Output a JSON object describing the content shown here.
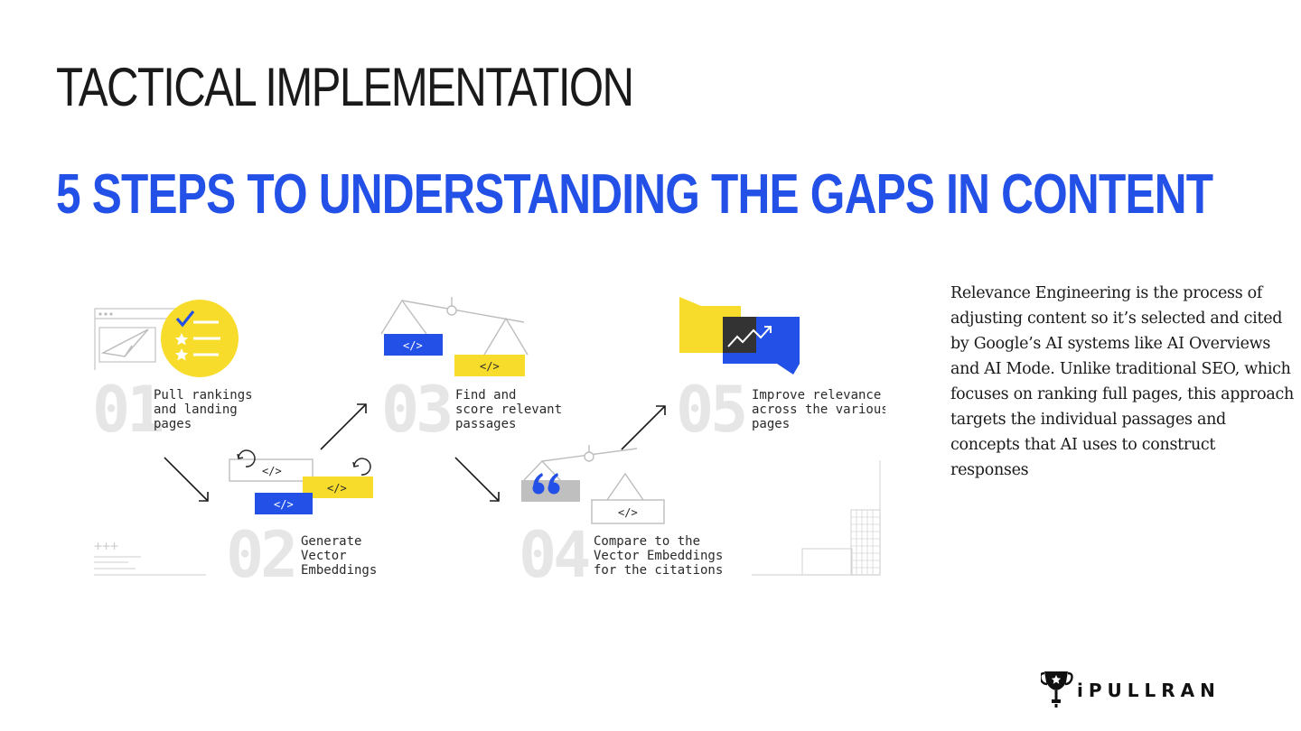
{
  "header": {
    "title": "TACTICAL IMPLEMENTATION",
    "subtitle": "5 STEPS TO UNDERSTANDING THE GAPS IN CONTENT"
  },
  "description": "Relevance Engineering is the process of adjusting content so it’s selected and cited by Google’s AI systems like AI Overviews and AI Mode. Unlike traditional SEO, which focuses on ranking full pages, this approach targets the individual passages and concepts that AI uses to construct responses",
  "steps": [
    {
      "number": "01",
      "lines": [
        "Pull rankings",
        "and landing",
        "pages"
      ]
    },
    {
      "number": "02",
      "lines": [
        "Generate",
        "Vector",
        "Embeddings"
      ]
    },
    {
      "number": "03",
      "lines": [
        "Find and",
        "score relevant",
        "passages"
      ]
    },
    {
      "number": "04",
      "lines": [
        "Compare to the",
        "Vector Embeddings",
        "for the citations"
      ]
    },
    {
      "number": "05",
      "lines": [
        "Improve relevance",
        "across the various",
        "pages"
      ]
    }
  ],
  "code_tag": "</>",
  "logo": {
    "text": "iPULLRANK",
    "icon": "trophy-icon"
  },
  "colors": {
    "accent_blue": "#2350e6",
    "accent_yellow": "#f8dc2c",
    "number_gray": "#e6e6e6",
    "line_gray": "#c8c8c8"
  }
}
